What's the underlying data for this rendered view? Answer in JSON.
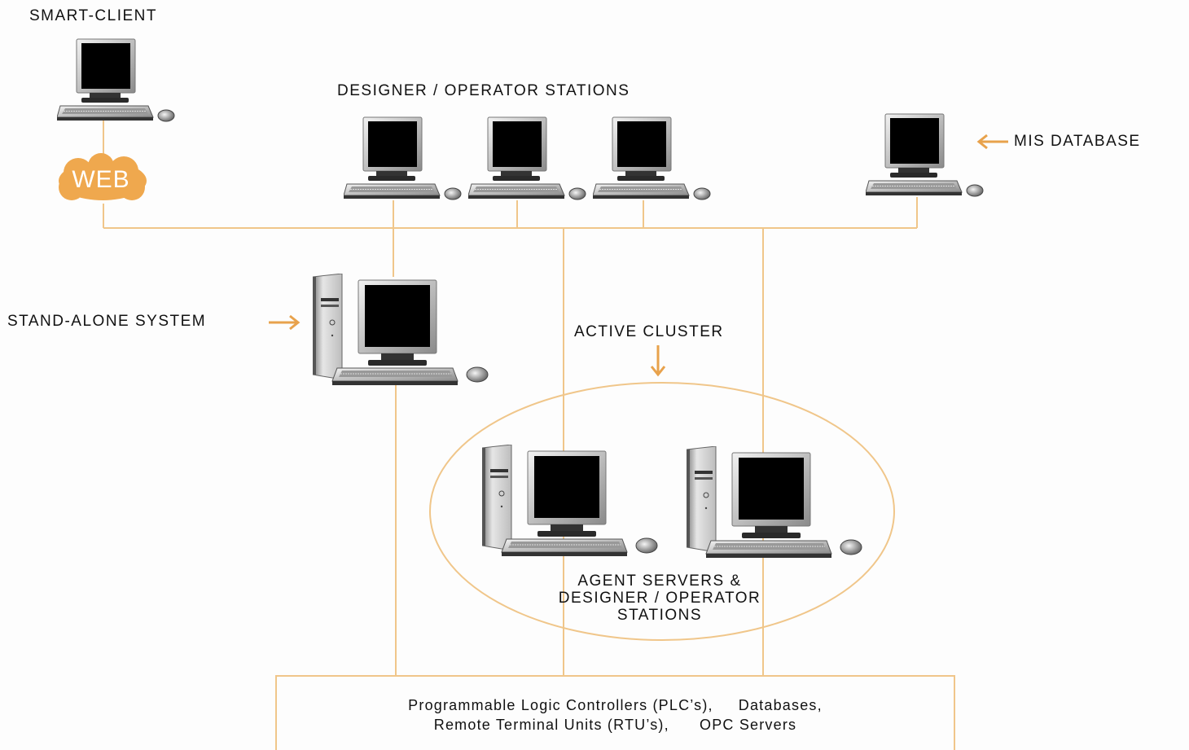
{
  "labels": {
    "smart_client": "SMART-CLIENT",
    "designer_stations": "DESIGNER / OPERATOR STATIONS",
    "mis_database": "MIS DATABASE",
    "web": "WEB",
    "stand_alone": "STAND-ALONE SYSTEM",
    "active_cluster": "ACTIVE CLUSTER",
    "cluster_line1": "AGENT SERVERS &",
    "cluster_line2": "DESIGNER / OPERATOR",
    "cluster_line3": "STATIONS"
  },
  "bottom_box": {
    "line1": "Programmable Logic Controllers (PLC’s),     Databases,",
    "line2": "Remote Terminal Units (RTU’s),      OPC Servers"
  },
  "colors": {
    "wire": "#f0c68a",
    "arrow": "#e8a24c",
    "cloud": "#efa84e",
    "monitor": "#000000"
  },
  "icons": {
    "workstation": "desktop-computer-icon",
    "tower": "tower-computer-icon",
    "cloud": "cloud-icon",
    "arrow": "arrow-icon"
  }
}
